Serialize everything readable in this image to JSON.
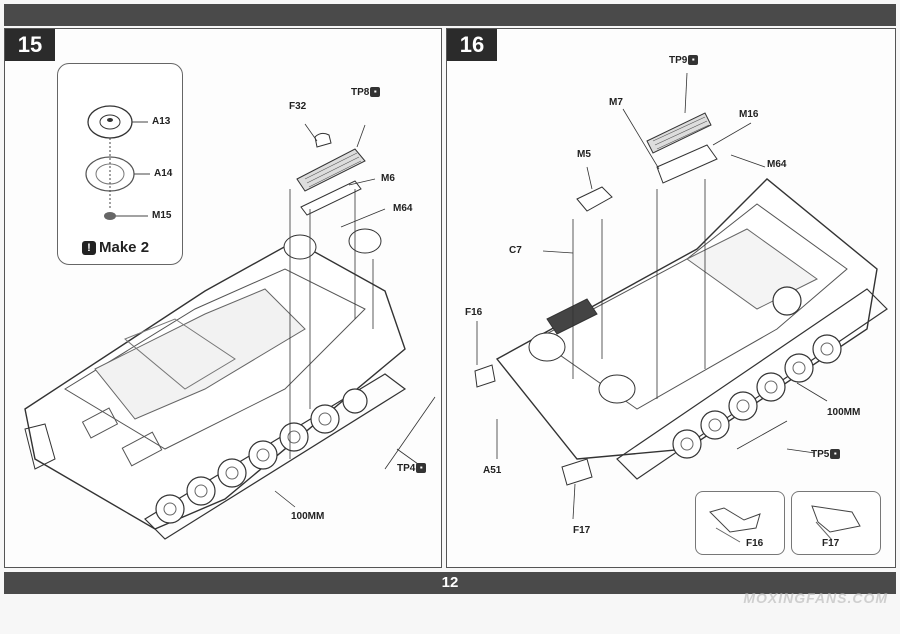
{
  "page_number": "12",
  "step15": {
    "number": "15",
    "detail": {
      "part1": "A13",
      "part2": "A14",
      "part3": "M15",
      "note": "Make 2",
      "note_icon": "!"
    },
    "labels": {
      "f32": "F32",
      "tp8": "TP8",
      "m6": "M6",
      "m64": "M64",
      "tp4": "TP4",
      "track": "100MM"
    }
  },
  "step16": {
    "number": "16",
    "labels": {
      "tp9": "TP9",
      "m7": "M7",
      "m16": "M16",
      "m64": "M64",
      "m5": "M5",
      "c7": "C7",
      "f16": "F16",
      "a51": "A51",
      "f17": "F17",
      "track": "100MM",
      "tp5": "TP5"
    },
    "inset_labels": {
      "left": "F16",
      "right": "F17"
    }
  },
  "photo_etch_icon": "pe-icon",
  "watermark": "MOXINGFANS.COM"
}
